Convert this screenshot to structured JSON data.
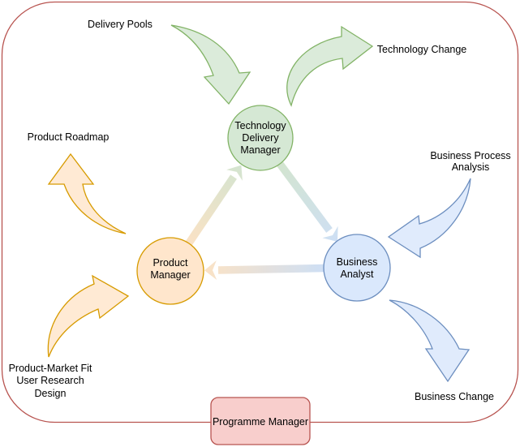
{
  "colors": {
    "canvas_bg": "#ffffff",
    "boundary_stroke": "#b85450",
    "green_fill": "#d5e8d4",
    "green_stroke": "#82b366",
    "orange_fill": "#ffe6cc",
    "orange_stroke": "#d79b00",
    "blue_fill": "#dae8fc",
    "blue_stroke": "#6c8ebf",
    "red_fill": "#f8cecc",
    "red_stroke": "#b85450",
    "flow_orange": "#fbdfbf",
    "flow_green": "#cfe2cb",
    "flow_blue": "#c9dcf4",
    "text_color": "#000000"
  },
  "nodes": {
    "technology_delivery_manager": {
      "lines": [
        "Technology",
        "Delivery",
        "Manager"
      ]
    },
    "product_manager": {
      "lines": [
        "Product",
        "Manager"
      ]
    },
    "business_analyst": {
      "lines": [
        "Business",
        "Analyst"
      ]
    },
    "programme_manager": {
      "label": "Programme Manager"
    }
  },
  "annotations": {
    "delivery_pools": {
      "label": "Delivery Pools"
    },
    "technology_change": {
      "label": "Technology Change"
    },
    "product_roadmap": {
      "label": "Product Roadmap"
    },
    "business_process_analysis": {
      "lines": [
        "Business Process",
        "Analysis"
      ]
    },
    "product_market_fit": {
      "lines": [
        "Product-Market Fit",
        "User Research",
        "Design"
      ]
    },
    "business_change": {
      "label": "Business Change"
    }
  }
}
